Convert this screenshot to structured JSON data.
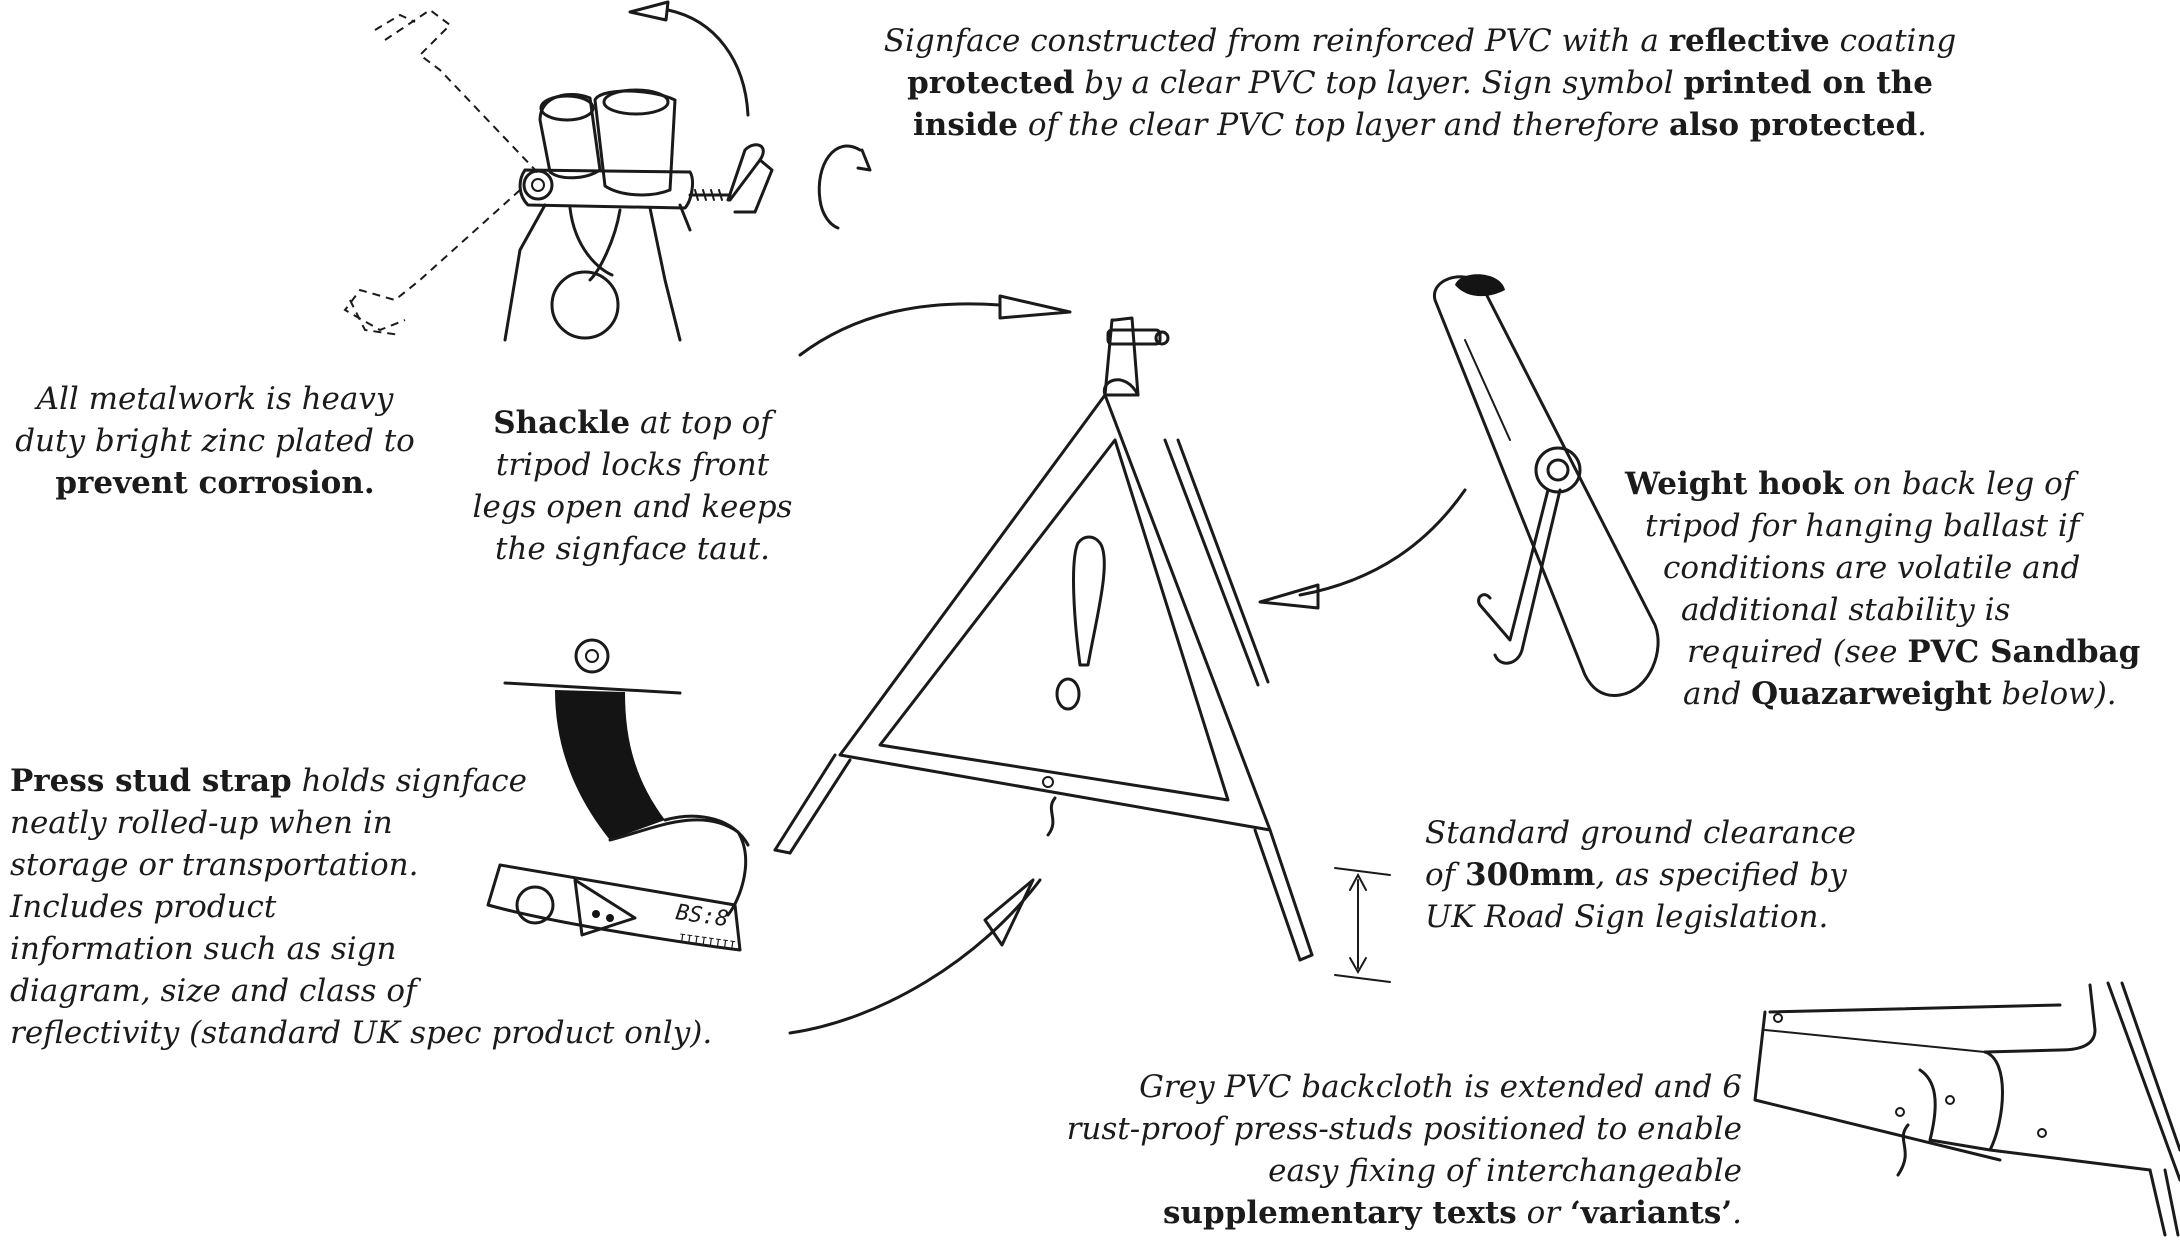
{
  "callouts": {
    "signface": {
      "line1_a": "Signface constructed from reinforced PVC with a ",
      "line1_b": "reflective",
      "line1_c": " coating",
      "line2_a": "protected",
      "line2_b": " by a clear PVC top layer. Sign symbol ",
      "line2_c": "printed on the",
      "line3_a": "inside",
      "line3_b": " of the clear PVC top layer and therefore ",
      "line3_c": "also protected",
      "line3_d": "."
    },
    "metalwork": {
      "line1": "All metalwork is heavy",
      "line2": "duty bright zinc plated to",
      "line3": "prevent corrosion."
    },
    "shackle": {
      "line1_a": "Shackle",
      "line1_b": " at top of",
      "line2": "tripod locks front",
      "line3": "legs open and keeps",
      "line4": "the signface taut."
    },
    "weight_hook": {
      "line1_a": "Weight hook",
      "line1_b": " on back leg of",
      "line2": "tripod for hanging ballast if",
      "line3": "conditions are volatile and",
      "line4": "additional stability is",
      "line5_a": "required (see ",
      "line5_b": "PVC Sandbag",
      "line6_a": "and ",
      "line6_b": "Quazarweight",
      "line6_c": " below)."
    },
    "press_stud": {
      "line1_a": "Press stud strap",
      "line1_b": " holds signface",
      "line2": "neatly rolled-up when in",
      "line3": "storage or transportation.",
      "line4": "Includes product",
      "line5": "information such as sign",
      "line6": "diagram, size and class of",
      "line7": "reflectivity (standard UK spec product only)."
    },
    "clearance": {
      "line1": "Standard ground clearance",
      "line2_a": "of ",
      "line2_b": "300mm",
      "line2_c": ", as specified by",
      "line3": "UK Road Sign legislation."
    },
    "backcloth": {
      "line1": "Grey PVC backcloth is extended and 6",
      "line2": "rust-proof press-studs positioned to enable",
      "line3": "easy fixing of interchangeable",
      "line4_a": "supplementary texts",
      "line4_b": " or ",
      "line4_c": "‘variants’",
      "line4_d": "."
    }
  },
  "strap_label": {
    "code": "BS:8",
    "small": "IIIIIIII"
  },
  "colors": {
    "ink": "#1a1a1a",
    "paper": "#ffffff"
  }
}
